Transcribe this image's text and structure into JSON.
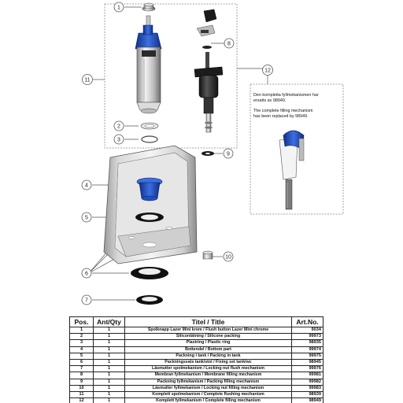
{
  "callouts": [
    {
      "num": "1"
    },
    {
      "num": "2"
    },
    {
      "num": "3"
    },
    {
      "num": "4"
    },
    {
      "num": "5"
    },
    {
      "num": "6"
    },
    {
      "num": "7"
    },
    {
      "num": "8"
    },
    {
      "num": "9"
    },
    {
      "num": "10"
    },
    {
      "num": "11"
    },
    {
      "num": "12"
    }
  ],
  "note": {
    "line1": "Den kompletta fyllmekanismen har",
    "line2": "ersatts av 98949.",
    "line3": "The complete filling mechanism",
    "line4": "has been replaced by 98949."
  },
  "table": {
    "headers": {
      "pos": "Pos.",
      "qty": "Ant/Qty",
      "title": "Titel / Title",
      "art": "Art.No."
    },
    "rows": [
      {
        "pos": "1",
        "qty": "1",
        "title": "Spolknapp Lazer Mini krom / Flush button Lazer Mini chrome",
        "art": "9034"
      },
      {
        "pos": "2",
        "qty": "1",
        "title": "Silicontätning / Silicone packing",
        "art": "99973"
      },
      {
        "pos": "3",
        "qty": "1",
        "title": "Plastring / Plastic ring",
        "art": "98935"
      },
      {
        "pos": "4",
        "qty": "1",
        "title": "Bottendel / Bottom part",
        "art": "99974"
      },
      {
        "pos": "5",
        "qty": "1",
        "title": "Packning i tank / Packing in tank",
        "art": "99975"
      },
      {
        "pos": "6",
        "qty": "1",
        "title": "Packningssats tank/stol / Fixing set tank/wc",
        "art": "98945"
      },
      {
        "pos": "7",
        "qty": "1",
        "title": "Låsmutter spolmekanism / Locking nut flush mechanism",
        "art": "99976"
      },
      {
        "pos": "8",
        "qty": "1",
        "title": "Membran fyllmekanism / Membrane filling mechanism",
        "art": "99981"
      },
      {
        "pos": "9",
        "qty": "1",
        "title": "Packning fyllmekanism / Packing filling mechanism",
        "art": "99982"
      },
      {
        "pos": "10",
        "qty": "1",
        "title": "Låsmutter fyllmekanism / Locking nut filling mechanism",
        "art": "99983"
      },
      {
        "pos": "11",
        "qty": "1",
        "title": "Komplett spolmekanism / Complete flushing mechanism",
        "art": "98939"
      },
      {
        "pos": "12",
        "qty": "1",
        "title": "Komplett fyllmekanism / Complete filling mechanism",
        "art": "98949"
      }
    ]
  },
  "colors": {
    "accent_blue": "#1f4fbf",
    "line": "#555555",
    "dark": "#1a1a1a"
  }
}
